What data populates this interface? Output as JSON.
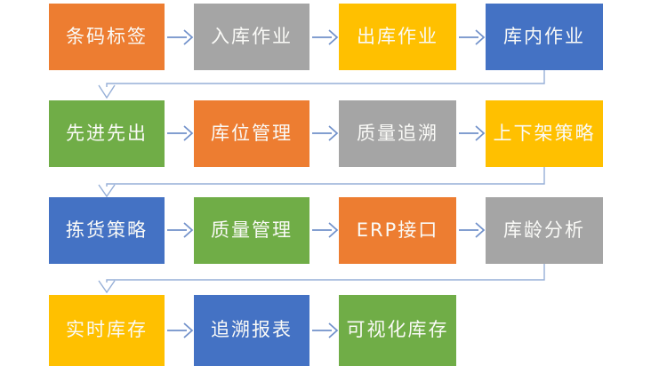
{
  "palette": {
    "orange": "#ED7D31",
    "gray": "#A5A5A5",
    "gold": "#FFC000",
    "blue": "#4472C4",
    "green": "#70AD47",
    "connector": "#7090CA",
    "elbow": "#96AFD7",
    "text": "#FAFAF7"
  },
  "flowchart": {
    "rows": [
      {
        "items": [
          {
            "label": "条码标签",
            "color": "orange"
          },
          {
            "label": "入库作业",
            "color": "gray"
          },
          {
            "label": "出库作业",
            "color": "gold"
          },
          {
            "label": "库内作业",
            "color": "blue"
          }
        ]
      },
      {
        "items": [
          {
            "label": "先进先出",
            "color": "green"
          },
          {
            "label": "库位管理",
            "color": "orange"
          },
          {
            "label": "质量追溯",
            "color": "gray"
          },
          {
            "label": "上下架策略",
            "color": "gold"
          }
        ]
      },
      {
        "items": [
          {
            "label": "拣货策略",
            "color": "blue"
          },
          {
            "label": "质量管理",
            "color": "green"
          },
          {
            "label": "ERP接口",
            "color": "orange"
          },
          {
            "label": "库龄分析",
            "color": "gray"
          }
        ]
      },
      {
        "items": [
          {
            "label": "实时库存",
            "color": "gold"
          },
          {
            "label": "追溯报表",
            "color": "blue"
          },
          {
            "label": "可视化库存",
            "color": "green"
          }
        ]
      }
    ]
  }
}
